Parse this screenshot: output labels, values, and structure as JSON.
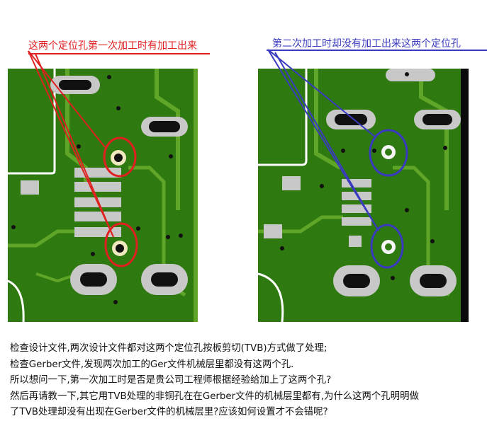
{
  "annotations": {
    "left_caption": "这两个定位孔第一次加工时有加工出来",
    "right_caption": "第二次加工时却没有加工出来这两个定位孔",
    "left_color": "#e02020",
    "right_color": "#3a3ac0"
  },
  "colors": {
    "board_green": "#2f7a10",
    "trace_green": "#5fa528",
    "pad_silver": "#c8c8c8",
    "via_black": "#111111",
    "edge_dark": "#0a0a0a"
  },
  "body_text": [
    "检查设计文件,两次设计文件都对这两个定位孔按板剪切(TVB)方式做了处理;",
    "检查Gerber文件,发现两次加工的Ger文件机械层里都没有这两个孔.",
    "所以想问一下,第一次加工时是否是贵公司工程师根据经验给加上了这两个孔?",
    "然后再请教一下,其它用TVB处理的非铜孔在在Gerber文件的机械层里都有,为什么这两个孔明明做",
    "了TVB处理却没有出现在Gerber文件的机械层里?应该如何设置才不会错呢?"
  ]
}
